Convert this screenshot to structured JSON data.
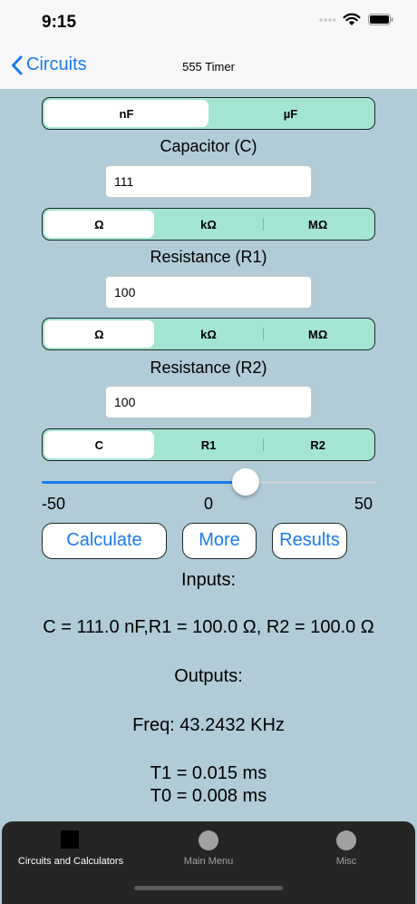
{
  "status": {
    "time": "9:15"
  },
  "nav": {
    "back_label": "Circuits",
    "title": "555 Timer"
  },
  "capacitor_units": {
    "options": [
      "nF",
      "µF"
    ],
    "selected": 0
  },
  "capacitor": {
    "label": "Capacitor (C)",
    "value": "111"
  },
  "r1_units": {
    "options": [
      "Ω",
      "kΩ",
      "MΩ"
    ],
    "selected": 0
  },
  "r1": {
    "label": "Resistance (R1)",
    "value": "100"
  },
  "r2_units": {
    "options": [
      "Ω",
      "kΩ",
      "MΩ"
    ],
    "selected": 0
  },
  "r2": {
    "label": "Resistance (R2)",
    "value": "100"
  },
  "sweep_target": {
    "options": [
      "C",
      "R1",
      "R2"
    ],
    "selected": 0
  },
  "slider": {
    "min_label": "-50",
    "mid_label": "0",
    "max_label": "50",
    "min": -50,
    "max": 50,
    "value": 12
  },
  "buttons": {
    "calculate": "Calculate",
    "more": "More",
    "results": "Results"
  },
  "results": {
    "inputs_header": "Inputs:",
    "inputs_line": "C = 111.0 nF,R1 = 100.0 Ω, R2 = 100.0 Ω",
    "outputs_header": "Outputs:",
    "freq_line": "Freq: 43.2432 KHz",
    "t1_line": "T1 = 0.015 ms",
    "t0_line": "T0 = 0.008 ms"
  },
  "tabs": [
    {
      "label": "Circuits and Calculators",
      "icon": "square-icon",
      "active": true
    },
    {
      "label": "Main Menu",
      "icon": "circle-icon",
      "active": false
    },
    {
      "label": "Misc",
      "icon": "circle-icon",
      "active": false
    }
  ],
  "colors": {
    "background": "#b1cbd7",
    "accent": "#1a7bf2",
    "segment": "#a4e4d3",
    "tab_active": "#ffffff",
    "tab_inactive": "#a1a1a1"
  }
}
